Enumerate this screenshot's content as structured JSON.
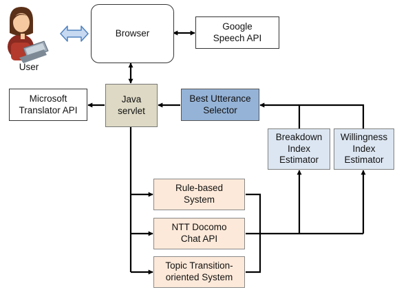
{
  "nodes": {
    "user": {
      "label": "User"
    },
    "browser": {
      "label": "Browser"
    },
    "google": {
      "line1": "Google",
      "line2": "Speech API"
    },
    "microsoft": {
      "line1": "Microsoft",
      "line2": "Translator API"
    },
    "java": {
      "line1": "Java",
      "line2": "servlet"
    },
    "selector": {
      "line1": "Best Utterance",
      "line2": "Selector"
    },
    "breakdown": {
      "line1": "Breakdown",
      "line2": "Index",
      "line3": "Estimator"
    },
    "willingness": {
      "line1": "Willingness",
      "line2": "Index",
      "line3": "Estimator"
    },
    "rule": {
      "line1": "Rule-based",
      "line2": "System"
    },
    "ntt": {
      "line1": "NTT Docomo",
      "line2": "Chat API"
    },
    "topic": {
      "line1": "Topic Transition-",
      "line2": "oriented System"
    }
  },
  "colors": {
    "tan": "#ddd9c4",
    "blue_dark": "#95b3d7",
    "blue_light": "#dce6f2",
    "peach": "#fde9d9",
    "line": "#000000",
    "double_arrow_fill": "#c6d9f1",
    "double_arrow_stroke": "#4f81bd"
  },
  "icons": {
    "user": "user-with-laptop-icon"
  }
}
